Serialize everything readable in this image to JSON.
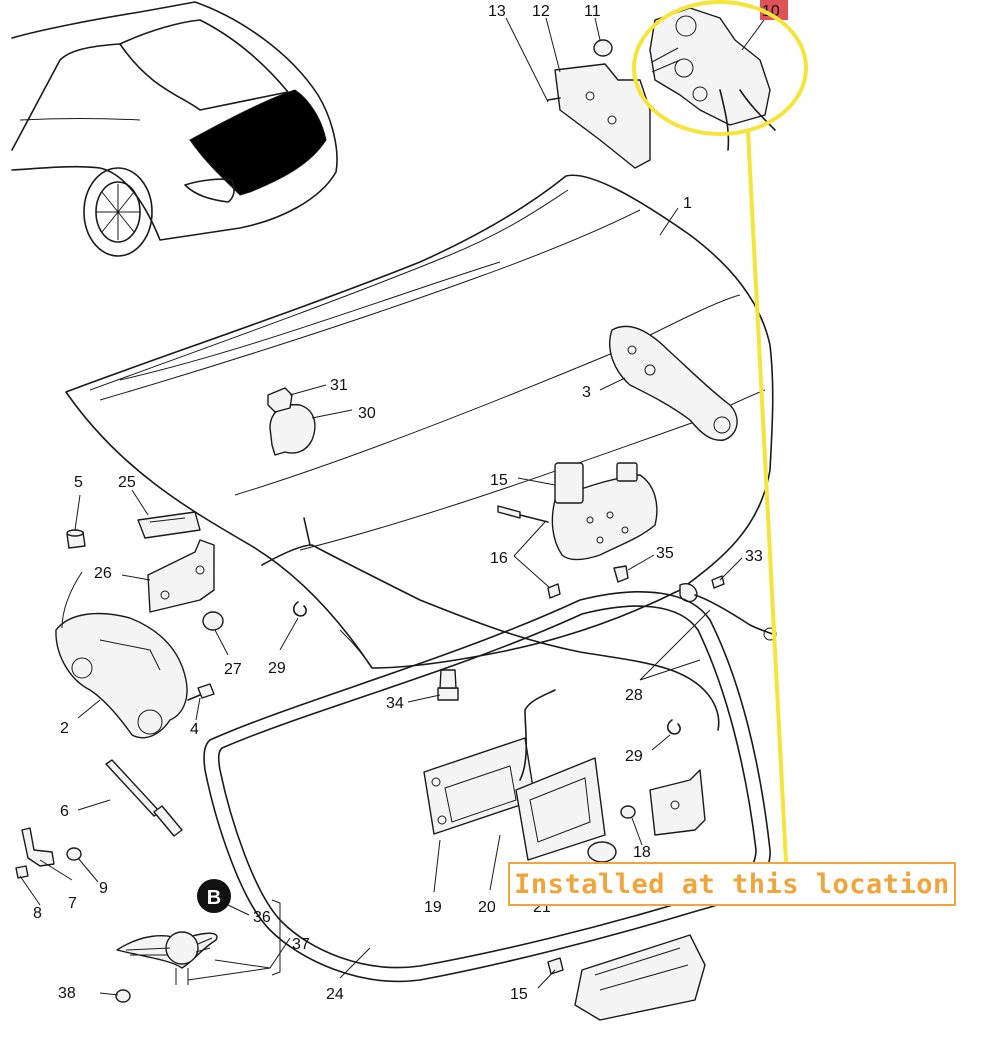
{
  "callouts": [
    {
      "id": "c1",
      "label": "1"
    },
    {
      "id": "c2",
      "label": "2"
    },
    {
      "id": "c3",
      "label": "3"
    },
    {
      "id": "c4",
      "label": "4"
    },
    {
      "id": "c5",
      "label": "5"
    },
    {
      "id": "c6",
      "label": "6"
    },
    {
      "id": "c7",
      "label": "7"
    },
    {
      "id": "c8",
      "label": "8"
    },
    {
      "id": "c9",
      "label": "9"
    },
    {
      "id": "c10",
      "label": "10"
    },
    {
      "id": "c11",
      "label": "11"
    },
    {
      "id": "c12",
      "label": "12"
    },
    {
      "id": "c13",
      "label": "13"
    },
    {
      "id": "c15a",
      "label": "15"
    },
    {
      "id": "c15b",
      "label": "15"
    },
    {
      "id": "c16",
      "label": "16"
    },
    {
      "id": "c18",
      "label": "18"
    },
    {
      "id": "c19",
      "label": "19"
    },
    {
      "id": "c20",
      "label": "20"
    },
    {
      "id": "c21",
      "label": "21"
    },
    {
      "id": "c24",
      "label": "24"
    },
    {
      "id": "c25",
      "label": "25"
    },
    {
      "id": "c26",
      "label": "26"
    },
    {
      "id": "c27",
      "label": "27"
    },
    {
      "id": "c28",
      "label": "28"
    },
    {
      "id": "c29a",
      "label": "29"
    },
    {
      "id": "c29b",
      "label": "29"
    },
    {
      "id": "c30",
      "label": "30"
    },
    {
      "id": "c31",
      "label": "31"
    },
    {
      "id": "c33",
      "label": "33"
    },
    {
      "id": "c34",
      "label": "34"
    },
    {
      "id": "c35",
      "label": "35"
    },
    {
      "id": "c36",
      "label": "36"
    },
    {
      "id": "c37",
      "label": "37"
    },
    {
      "id": "c38",
      "label": "38"
    }
  ],
  "annotation": {
    "text": "Installed at this location",
    "text_color": "#f0a53c",
    "pointer_color": "#f5e53a",
    "highlight_badge_color": "#e0525a"
  },
  "colors": {
    "line_art": "#1a1a1a",
    "background": "#ffffff"
  }
}
